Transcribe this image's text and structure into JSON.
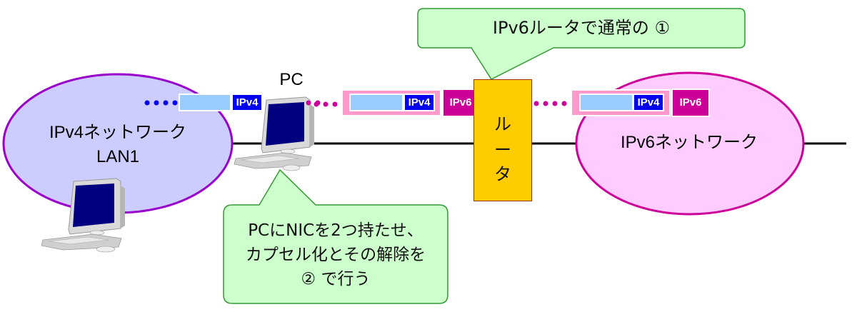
{
  "diagram": {
    "title_callout": "IPv6ルータで通常の ①",
    "pc_callout_lines": [
      "PCにNICを2つ持たせ、",
      "カプセル化とその解除を",
      "② で行う"
    ],
    "ipv4_network": {
      "line1": "IPv4ネットワーク",
      "line2": "LAN1"
    },
    "ipv6_network": {
      "label": "IPv6ネットワーク"
    },
    "pc_label": "PC",
    "router_label_chars": [
      "ル",
      "ー",
      "タ"
    ],
    "packets": [
      {
        "id": "lan-packet",
        "inner_header": "IPv4"
      },
      {
        "id": "encapsulated-packet-1",
        "inner_header": "IPv4",
        "outer_header": "IPv6"
      },
      {
        "id": "encapsulated-packet-2",
        "inner_header": "IPv4",
        "outer_header": "IPv6"
      }
    ],
    "colors": {
      "ipv4_network_fill": "#ccccff",
      "ipv4_network_border": "#9900cc",
      "ipv6_network_fill": "#ffccff",
      "ipv6_network_border": "#cc0099",
      "callout_fill": "#ccffcc",
      "callout_border": "#339933",
      "router_fill": "#ffcc00",
      "ipv4_header": "#0000ee",
      "ipv6_header": "#cc0099",
      "payload": "#99ccff",
      "encapsulation": "#ff99cc",
      "ipv4_dots": "#0000ee",
      "ipv6_dots": "#cc0099"
    }
  }
}
